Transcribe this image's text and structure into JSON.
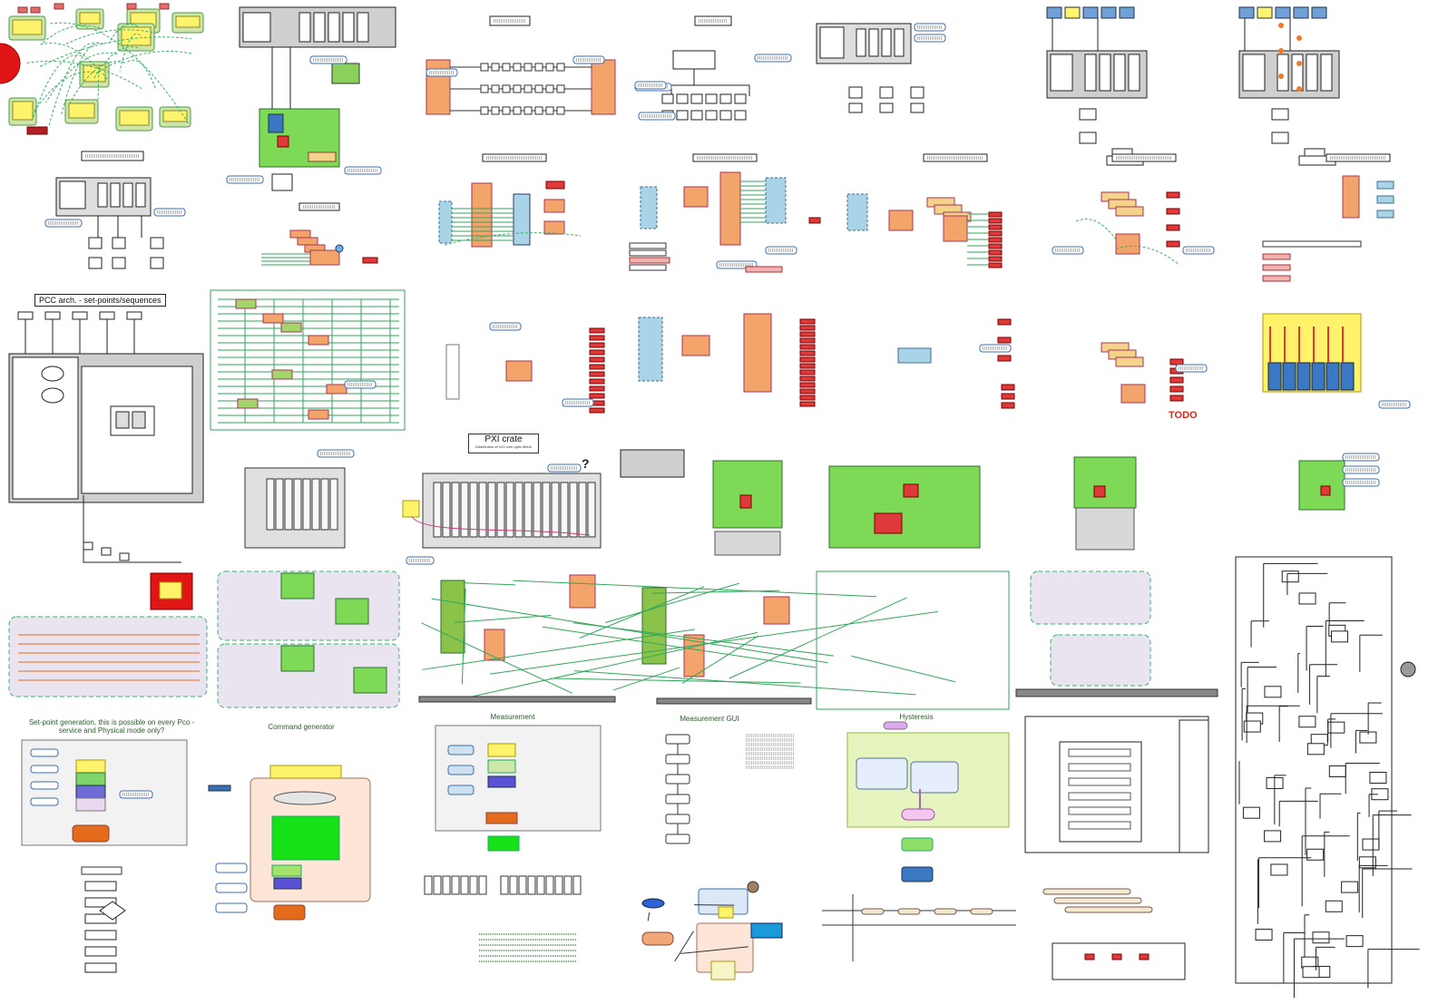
{
  "captions": {
    "pcc_arch": "PCC arch. - set-points/sequences",
    "pxi_crate_title": "PXI crate",
    "pxi_crate_sub": "Distribution of VIO over optic fibers",
    "todo": "TODO",
    "setpoint_generation": "Set-point generation, this is possible on every Pco - service and Physical mode only?",
    "command_generator": "Command generator",
    "measurement": "Measurement",
    "measurement_gui": "Measurement GUI",
    "hysteresis": "Hysteresis",
    "question_mark": "?"
  },
  "colors": {
    "orange": "#f2a46a",
    "green": "#7ed957",
    "blue_fill": "#a9d3e6",
    "red": "#e0393a",
    "lavender": "#e9e4f0",
    "yellow": "#fff36b",
    "dashed_green": "#3bb36b",
    "line_green": "#31a65a",
    "pale_green": "#e6f5c0"
  }
}
